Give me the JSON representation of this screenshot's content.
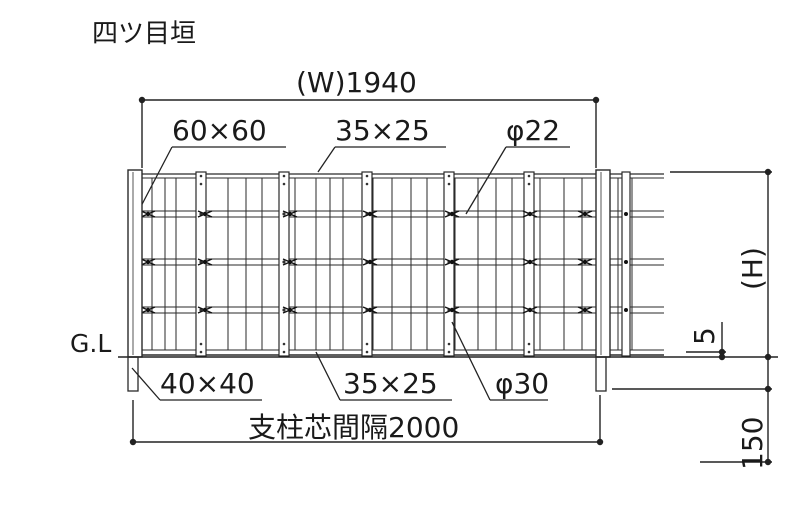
{
  "title": "四ツ目垣",
  "dimensions": {
    "width_total": "(W)1940",
    "post_spacing": "支柱芯間隔2000",
    "height": "(H)",
    "embed_depth": "150",
    "ground_gap": "5"
  },
  "labels": {
    "post_size": "60×60",
    "rail_top": "35×25",
    "bamboo_vertical": "φ22",
    "ground_line": "G.L",
    "foundation_post": "40×40",
    "rail_bottom": "35×25",
    "bamboo_horizontal": "φ30"
  }
}
